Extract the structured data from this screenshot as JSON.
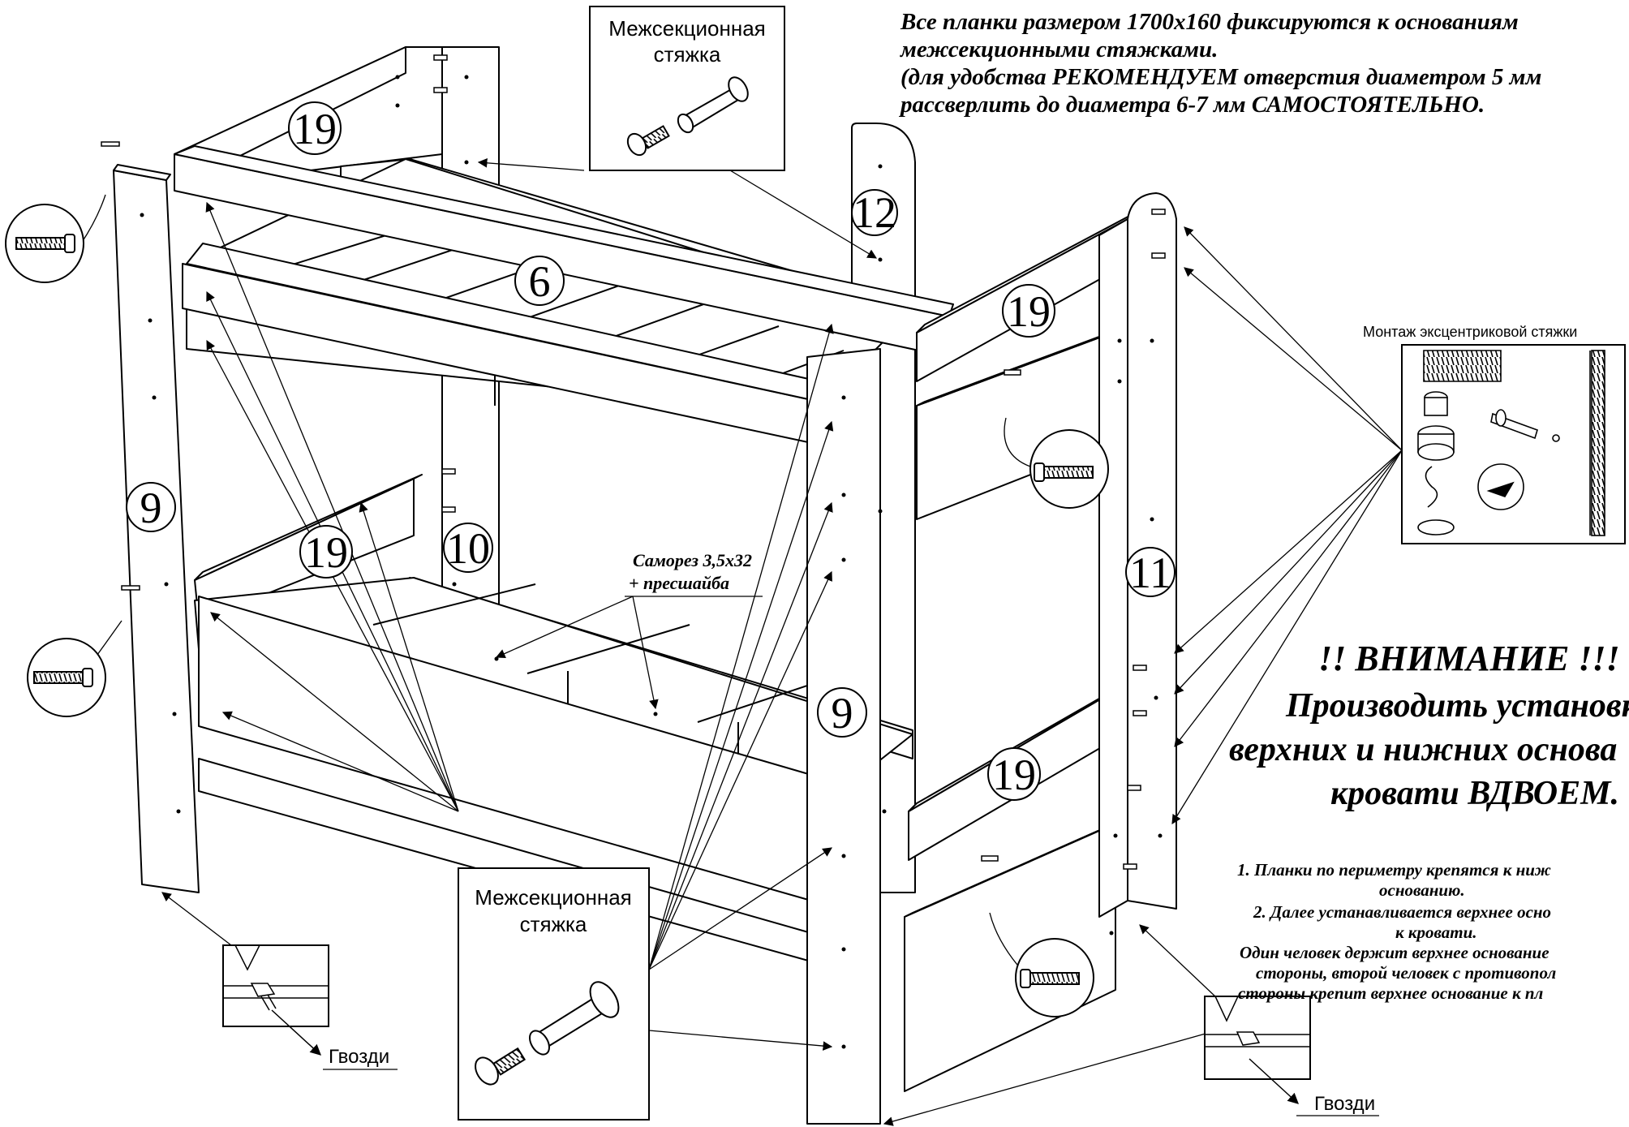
{
  "top_note": {
    "line1": "Все планки размером 1700х160 фиксируются к основаниям",
    "line2": "межсекционными стяжками.",
    "line3": "(для удобства РЕКОМЕНДУЕМ отверстия диаметром 5 мм",
    "line4": "рассверлить до диаметра 6-7 мм САМОСТОЯТЕЛЬНО."
  },
  "callouts": {
    "connector_top_title_1": "Межсекционная",
    "connector_top_title_2": "стяжка",
    "connector_bottom_title_1": "Межсекционная",
    "connector_bottom_title_2": "стяжка",
    "eccentric_title": "Монтаж эксцентриковой стяжки",
    "screw_line1": "Саморез 3,5х32",
    "screw_line2": "+ пресшайба",
    "nails_left": "Гвозди",
    "nails_right": "Гвозди"
  },
  "parts": {
    "p19a": "19",
    "p12": "12",
    "p6": "6",
    "p19b": "19",
    "p9a": "9",
    "p19c": "19",
    "p10": "10",
    "p11": "11",
    "p9b": "9",
    "p19d": "19"
  },
  "warning": {
    "title": "!! ВНИМАНИЕ !!!",
    "line1": "Производить установк",
    "line2": "верхних и нижних основа",
    "line3": "кровати ВДВОЕМ."
  },
  "steps": {
    "s1a": "1. Планки по периметру крепятся к ниж",
    "s1b": "основанию.",
    "s2a": "2. Далее устанавливается верхнее осно",
    "s2b": "к кровати.",
    "s3a": "Один человек держит верхнее основание",
    "s3b": "стороны, второй человек с противопол",
    "s3c": "стороны крепит верхнее основание к пл"
  },
  "colors": {
    "ink": "#000000",
    "paper": "#ffffff",
    "shade": "#dcdcdc"
  }
}
